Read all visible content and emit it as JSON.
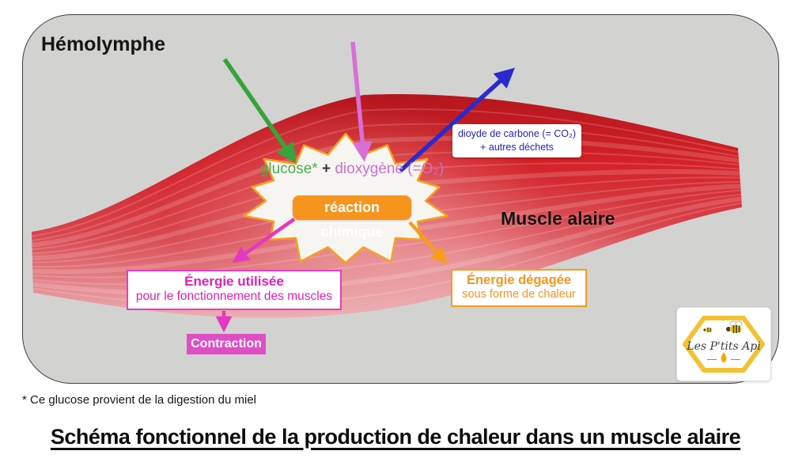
{
  "panel": {
    "hemolymphe_label": "Hémolymphe"
  },
  "muscle": {
    "label": "Muscle alaire"
  },
  "reaction": {
    "equation": {
      "glucose": "glucose*",
      "plus": " + ",
      "dioxygene": "dioxygène (=O₂)"
    },
    "button_label": "réaction chimique"
  },
  "outputs": {
    "waste": {
      "line1": "dioyde de carbone (= CO₂)",
      "line2": "+ autres déchets"
    },
    "energy_used": {
      "title": "Énergie utilisée",
      "subtitle": "pour le fonctionnement des muscles"
    },
    "contraction_label": "Contraction",
    "energy_released": {
      "title": "Énergie dégagée",
      "subtitle": "sous forme de chaleur"
    }
  },
  "logo": {
    "name": "Les P'tits Api"
  },
  "footnote": "* Ce glucose provient de la digestion du miel",
  "title": "Schéma fonctionnel de la production de chaleur dans un muscle alaire",
  "colors": {
    "green_arrow": "#35a43a",
    "orchid_arrow": "#d96ed6",
    "blue_arrow": "#2a2ace",
    "magenta_accent": "#e438c2",
    "orange_accent": "#f7941d",
    "muscle_red": "#d32127",
    "panel_gray": "#d2d2d1"
  }
}
